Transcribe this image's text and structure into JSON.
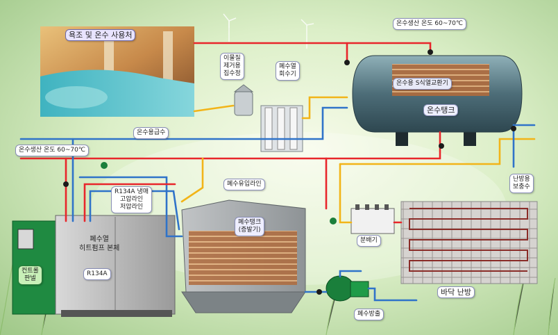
{
  "labels": {
    "bath": "욕조 및 온수 사용처",
    "filter": [
      "이물질",
      "제거용",
      "집수정"
    ],
    "recovery": [
      "폐수열",
      "회수기"
    ],
    "temp_top": "온수생산 온도 60~70℃",
    "exchanger": "온수용 S식열교환기",
    "tank": "온수탱크",
    "supply": "온수용급수",
    "temp_left": "온수생산 온도 60~70℃",
    "inflow": "폐수유입라인",
    "refrigerant": [
      "R134A 냉매",
      "고압라인",
      "저압라인"
    ],
    "heating_makeup": [
      "난방용",
      "보충수"
    ],
    "heatpump": [
      "폐수열",
      "히트펌프 본체"
    ],
    "r134a": "R134A",
    "control": [
      "컨트롤",
      "판넬"
    ],
    "waste_tank": [
      "폐수탱크",
      "(증발기)"
    ],
    "distributor": "분배기",
    "floor": "바닥 난방",
    "discharge": "폐수방출"
  },
  "colors": {
    "hot": "#e8262b",
    "cold": "#2f73c9",
    "warm": "#f2b418",
    "label_border": "#8a8fb8"
  }
}
